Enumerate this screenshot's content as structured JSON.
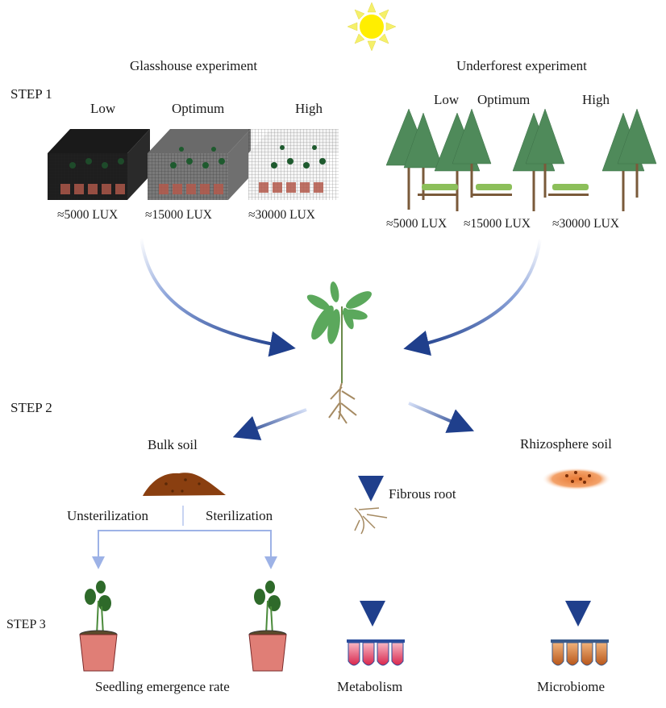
{
  "steps": {
    "step1": "STEP 1",
    "step2": "STEP 2",
    "step3": "STEP 3"
  },
  "glasshouse": {
    "title": "Glasshouse experiment",
    "levels": [
      {
        "label": "Low",
        "lux": "≈5000 LUX",
        "shade": "#111111"
      },
      {
        "label": "Optimum",
        "lux": "≈15000 LUX",
        "shade": "#555555"
      },
      {
        "label": "High",
        "lux": "≈30000 LUX",
        "shade": "#f4f4f4"
      }
    ]
  },
  "underforest": {
    "title": "Underforest experiment",
    "levels": [
      {
        "label": "Low",
        "lux": "≈5000 LUX"
      },
      {
        "label": "Optimum",
        "lux": "≈15000 LUX"
      },
      {
        "label": "High",
        "lux": "≈30000 LUX"
      }
    ]
  },
  "step2": {
    "bulk_soil": "Bulk soil",
    "unsterilization": "Unsterilization",
    "sterilization": "Sterilization",
    "fibrous_root": "Fibrous root",
    "rhizosphere_soil": "Rhizosphere soil"
  },
  "step3": {
    "seedling_emergence": "Seedling emergence rate",
    "metabolism": "Metabolism",
    "microbiome": "Microbiome"
  },
  "colors": {
    "arrow_dark": "#1f3f8c",
    "arrow_light": "#b8c8ee",
    "sun": "#ffee00",
    "sun_rays": "#f5f06a",
    "tree_green": "#4f8a5a",
    "soil_brown": "#8a3f10",
    "rhizo_orange": "#e07a35",
    "tube_pink": "#e0405e",
    "tube_orange": "#c9651e"
  }
}
